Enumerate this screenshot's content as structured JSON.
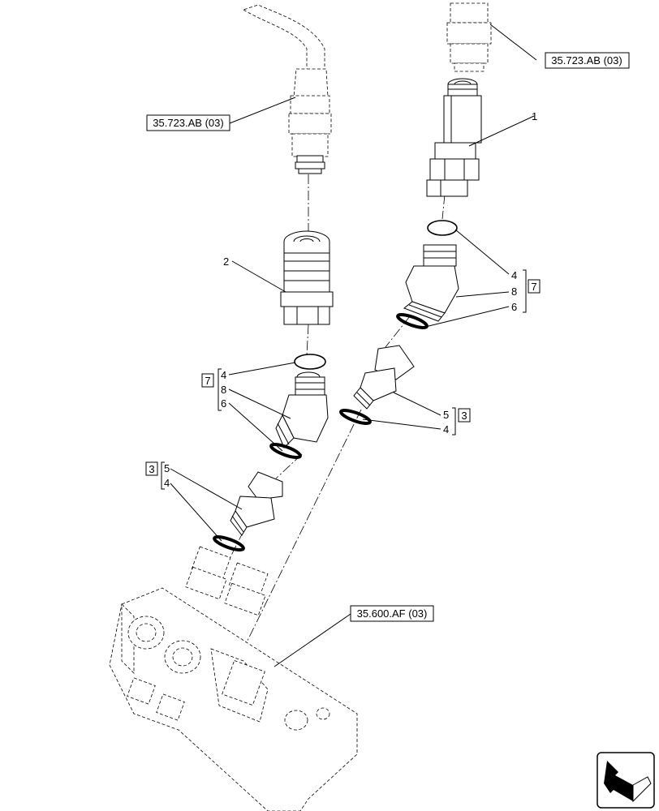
{
  "references": {
    "top_left": "35.723.AB (03)",
    "top_right": "35.723.AB (03)",
    "bottom": "35.600.AF (03)"
  },
  "callouts": {
    "c1": "1",
    "c2": "2",
    "upper_right_4": "4",
    "upper_right_8": "8",
    "upper_right_6": "6",
    "upper_right_kit": "7",
    "mid_left_kit": "7",
    "mid_left_4": "4",
    "mid_left_8": "8",
    "mid_left_6": "6",
    "mid_right_5": "5",
    "mid_right_4": "4",
    "mid_right_kit": "3",
    "lower_left_kit": "3",
    "lower_left_5": "5",
    "lower_left_4": "4"
  },
  "icons": {
    "corner": "direction-arrow-icon"
  }
}
